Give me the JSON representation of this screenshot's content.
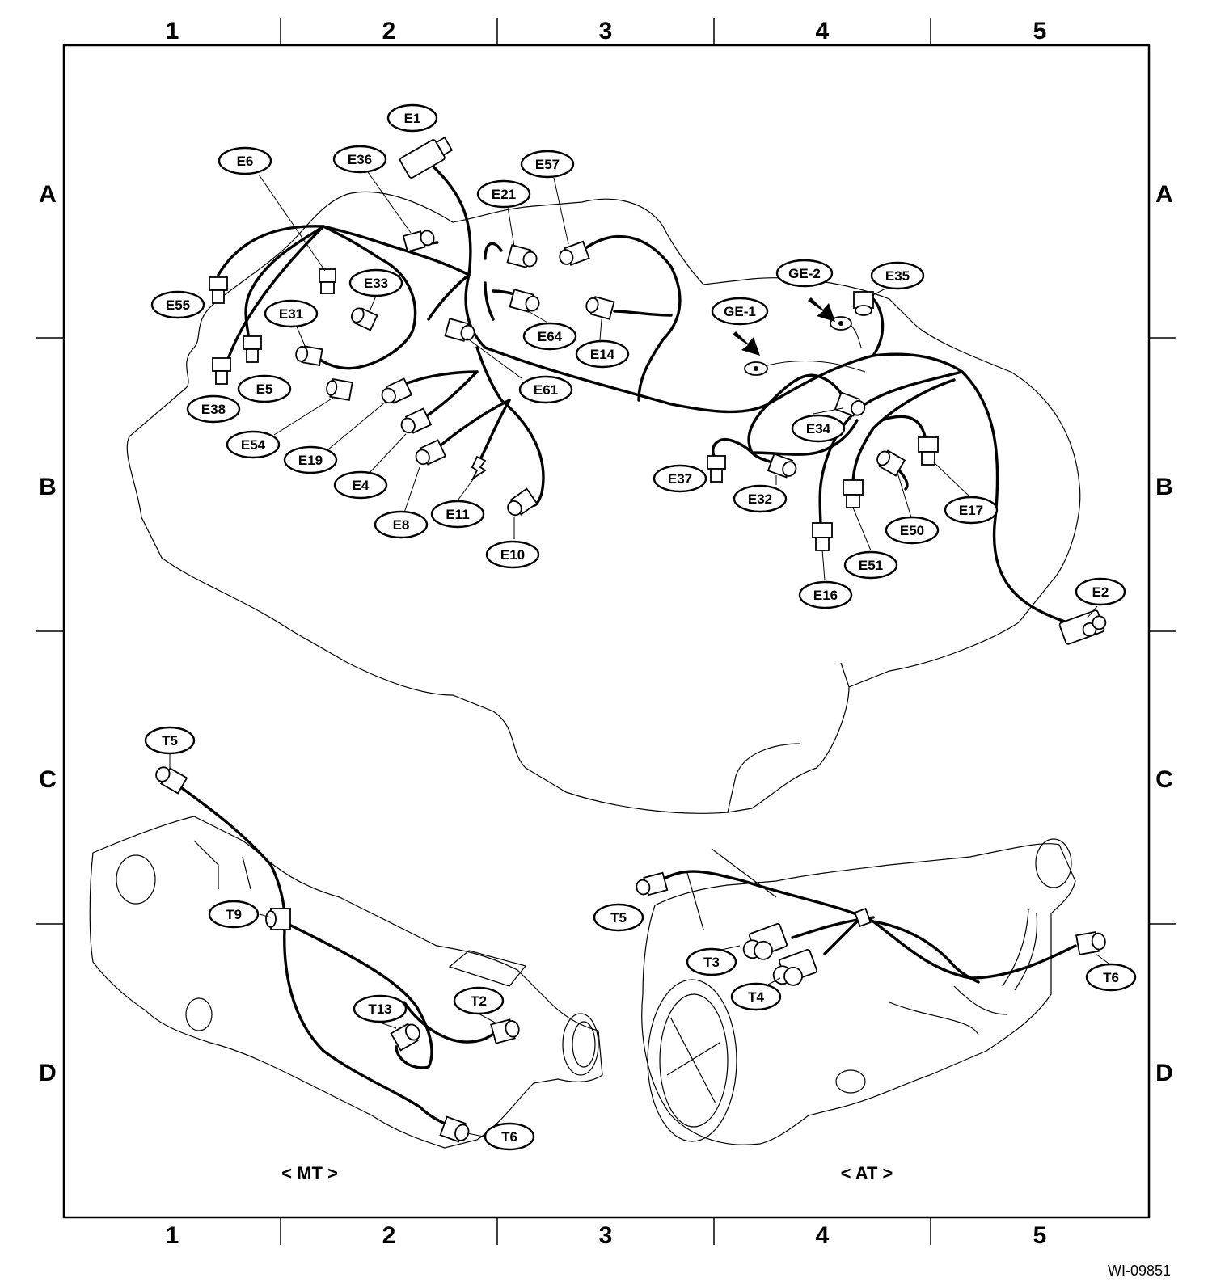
{
  "grid": {
    "columns": [
      "1",
      "2",
      "3",
      "4",
      "5"
    ],
    "rows": [
      "A",
      "B",
      "C",
      "D"
    ]
  },
  "views": {
    "mt": "< MT >",
    "at": "< AT >"
  },
  "figure_id": "WI-09851",
  "labels": {
    "E1": "E1",
    "E2": "E2",
    "E4": "E4",
    "E5": "E5",
    "E6": "E6",
    "E8": "E8",
    "E10": "E10",
    "E11": "E11",
    "E14": "E14",
    "E16": "E16",
    "E17": "E17",
    "E19": "E19",
    "E21": "E21",
    "E31": "E31",
    "E32": "E32",
    "E33": "E33",
    "E34": "E34",
    "E35": "E35",
    "E36": "E36",
    "E37": "E37",
    "E38": "E38",
    "E50": "E50",
    "E51": "E51",
    "E54": "E54",
    "E55": "E55",
    "E57": "E57",
    "E61": "E61",
    "E64": "E64",
    "GE1": "GE-1",
    "GE2": "GE-2",
    "MT_T5": "T5",
    "MT_T9": "T9",
    "MT_T13": "T13",
    "MT_T2": "T2",
    "MT_T6": "T6",
    "AT_T5": "T5",
    "AT_T3": "T3",
    "AT_T4": "T4",
    "AT_T6": "T6"
  }
}
